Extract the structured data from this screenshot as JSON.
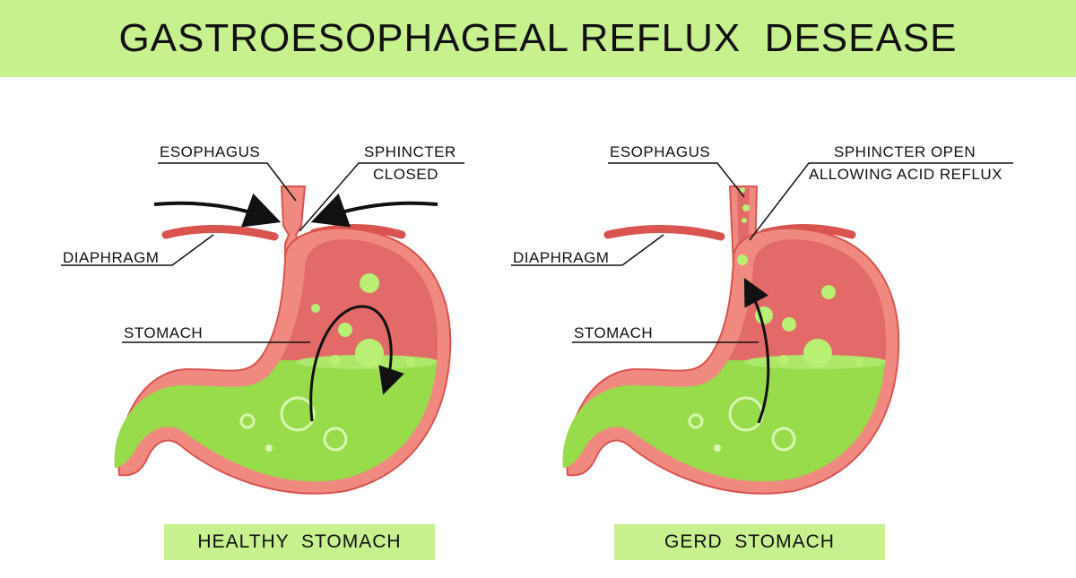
{
  "title": "GASTROESOPHAGEAL REFLUX  DESEASE",
  "colors": {
    "banner": "#c7f08e",
    "tissue": "#f08a80",
    "tissue_outline": "#d9534f",
    "stomach_inner": "#e26a68",
    "acid": "#98dc4c",
    "bubble": "#b8ef74"
  },
  "panels": [
    {
      "caption": "HEALTHY  STOMACH",
      "labels": {
        "esophagus": "ESOPHAGUS",
        "sphincter_line1": "SPHINCTER",
        "sphincter_line2": "CLOSED",
        "diaphragm": "DIAPHRAGM",
        "stomach": "STOMACH"
      }
    },
    {
      "caption": "GERD  STOMACH",
      "labels": {
        "esophagus": "ESOPHAGUS",
        "sphincter_line1": "SPHINCTER  OPEN",
        "sphincter_line2": "ALLOWING ACID REFLUX",
        "diaphragm": "DIAPHRAGM",
        "stomach": "STOMACH"
      }
    }
  ]
}
